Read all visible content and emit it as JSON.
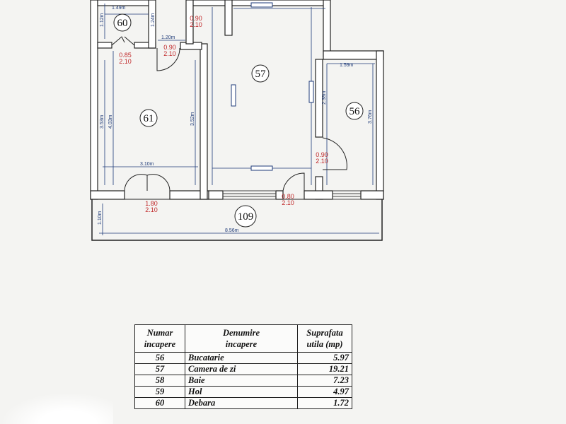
{
  "rooms": [
    {
      "id": "room-60",
      "num": "60"
    },
    {
      "id": "room-61",
      "num": "61"
    },
    {
      "id": "room-57",
      "num": "57"
    },
    {
      "id": "room-56",
      "num": "56"
    },
    {
      "id": "room-109",
      "num": "109"
    }
  ],
  "dimensions": [
    "1.49m",
    "1.12m",
    "1.24m",
    "1.20m",
    "1.59m",
    "3.53m",
    "4.03m",
    "3.52m",
    "2.38m",
    "3.76m",
    "3.10m",
    "1.10m",
    "8.56m"
  ],
  "doors": [
    {
      "w": "0.90",
      "h": "2.10"
    },
    {
      "w": "0.90",
      "h": "2.10"
    },
    {
      "w": "0.85",
      "h": "2.10"
    },
    {
      "w": "0.90",
      "h": "2.10"
    },
    {
      "w": "1.80",
      "h": "2.10"
    },
    {
      "w": "0.80",
      "h": "2.10"
    }
  ],
  "table": {
    "headers": [
      [
        "Numar",
        "incapere"
      ],
      [
        "Denumire",
        "incapere"
      ],
      [
        "Suprafata",
        "utila (mp)"
      ]
    ],
    "rows": [
      {
        "num": "56",
        "name": "Bucatarie",
        "area": "5.97"
      },
      {
        "num": "57",
        "name": "Camera de zi",
        "area": "19.21"
      },
      {
        "num": "58",
        "name": "Baie",
        "area": "7.23"
      },
      {
        "num": "59",
        "name": "Hol",
        "area": "4.97"
      },
      {
        "num": "60",
        "name": "Debara",
        "area": "1.72"
      }
    ]
  },
  "colors": {
    "wall": "#ffffff",
    "wall_outline": "#222222",
    "dim_line": "#1e3a78",
    "door_text": "#c0282a",
    "window": "#444444"
  }
}
